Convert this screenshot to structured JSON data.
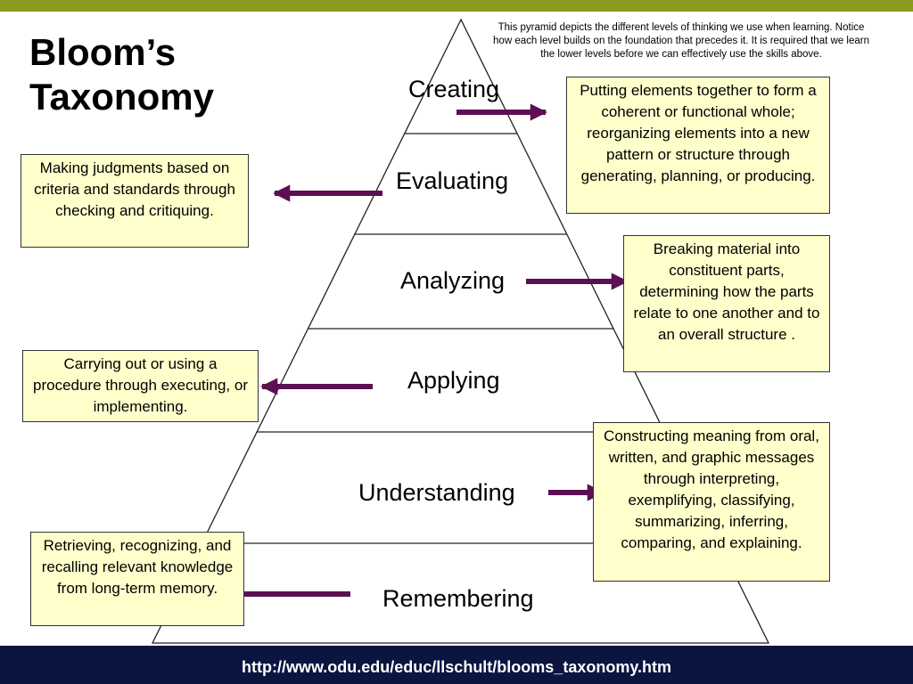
{
  "title": {
    "line1": "Bloom’s",
    "line2": "Taxonomy"
  },
  "intro_note": "This pyramid depicts the different levels of thinking we use when learning. Notice how  each level builds on the foundation that precedes it.  It is required that we learn the lower levels before we can effectively use the skills above.",
  "levels": [
    {
      "name": "Creating",
      "description": "Putting elements together to form a coherent or functional whole; reorganizing elements into a new pattern or structure through generating, planning, or producing."
    },
    {
      "name": "Evaluating",
      "description": "Making judgments based on criteria and standards through checking and critiquing."
    },
    {
      "name": "Analyzing",
      "description": "Breaking material into constituent parts, determining how the parts relate to one another and to an overall structure ."
    },
    {
      "name": "Applying",
      "description": "Carrying out or using a procedure through executing, or implementing."
    },
    {
      "name": "Understanding",
      "description": "Constructing meaning from oral, written, and graphic messages through interpreting, exemplifying, classifying, summarizing, inferring, comparing, and explaining."
    },
    {
      "name": "Remembering",
      "description": "Retrieving, recognizing, and recalling relevant knowledge from long-term memory."
    }
  ],
  "footer_url": "http://www.odu.edu/educ/llschult/blooms_taxonomy.htm",
  "colors": {
    "top_bar": "#8a9a1c",
    "footer_bar": "#0b1540",
    "box_fill": "#ffffcc",
    "arrow": "#5c0f52"
  }
}
